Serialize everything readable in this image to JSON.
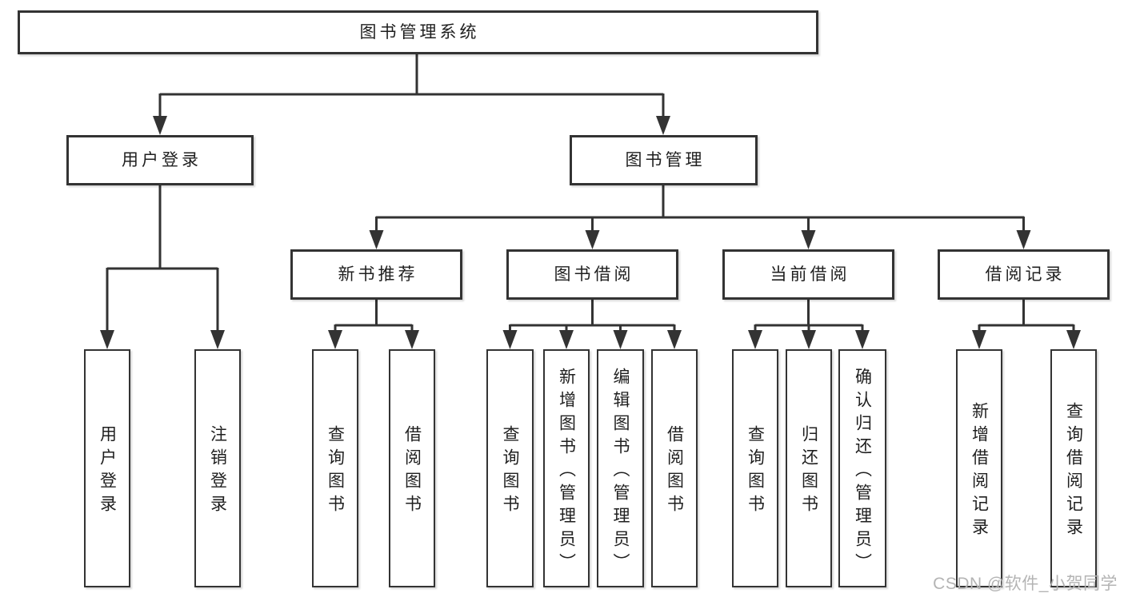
{
  "tree": {
    "root": {
      "label": "图书管理系统",
      "children": [
        {
          "label": "用户登录",
          "children": [
            {
              "label": "用户登录"
            },
            {
              "label": "注销登录"
            }
          ]
        },
        {
          "label": "图书管理",
          "children": [
            {
              "label": "新书推荐",
              "children": [
                {
                  "label": "查询图书"
                },
                {
                  "label": "借阅图书"
                }
              ]
            },
            {
              "label": "图书借阅",
              "children": [
                {
                  "label": "查询图书"
                },
                {
                  "label": "新增图书（管理员）"
                },
                {
                  "label": "编辑图书（管理员）"
                },
                {
                  "label": "借阅图书"
                }
              ]
            },
            {
              "label": "当前借阅",
              "children": [
                {
                  "label": "查询图书"
                },
                {
                  "label": "归还图书"
                },
                {
                  "label": "确认归还（管理员）"
                }
              ]
            },
            {
              "label": "借阅记录",
              "children": [
                {
                  "label": "新增借阅记录"
                },
                {
                  "label": "查询借阅记录"
                }
              ]
            }
          ]
        }
      ]
    }
  },
  "watermark": {
    "text": "CSDN @软件_小贺同学"
  },
  "colors": {
    "line": "#333333",
    "box_border": "#333333",
    "box_fill": "#ffffff",
    "text": "#1f1f1f",
    "watermark": "#b4b4b4"
  }
}
